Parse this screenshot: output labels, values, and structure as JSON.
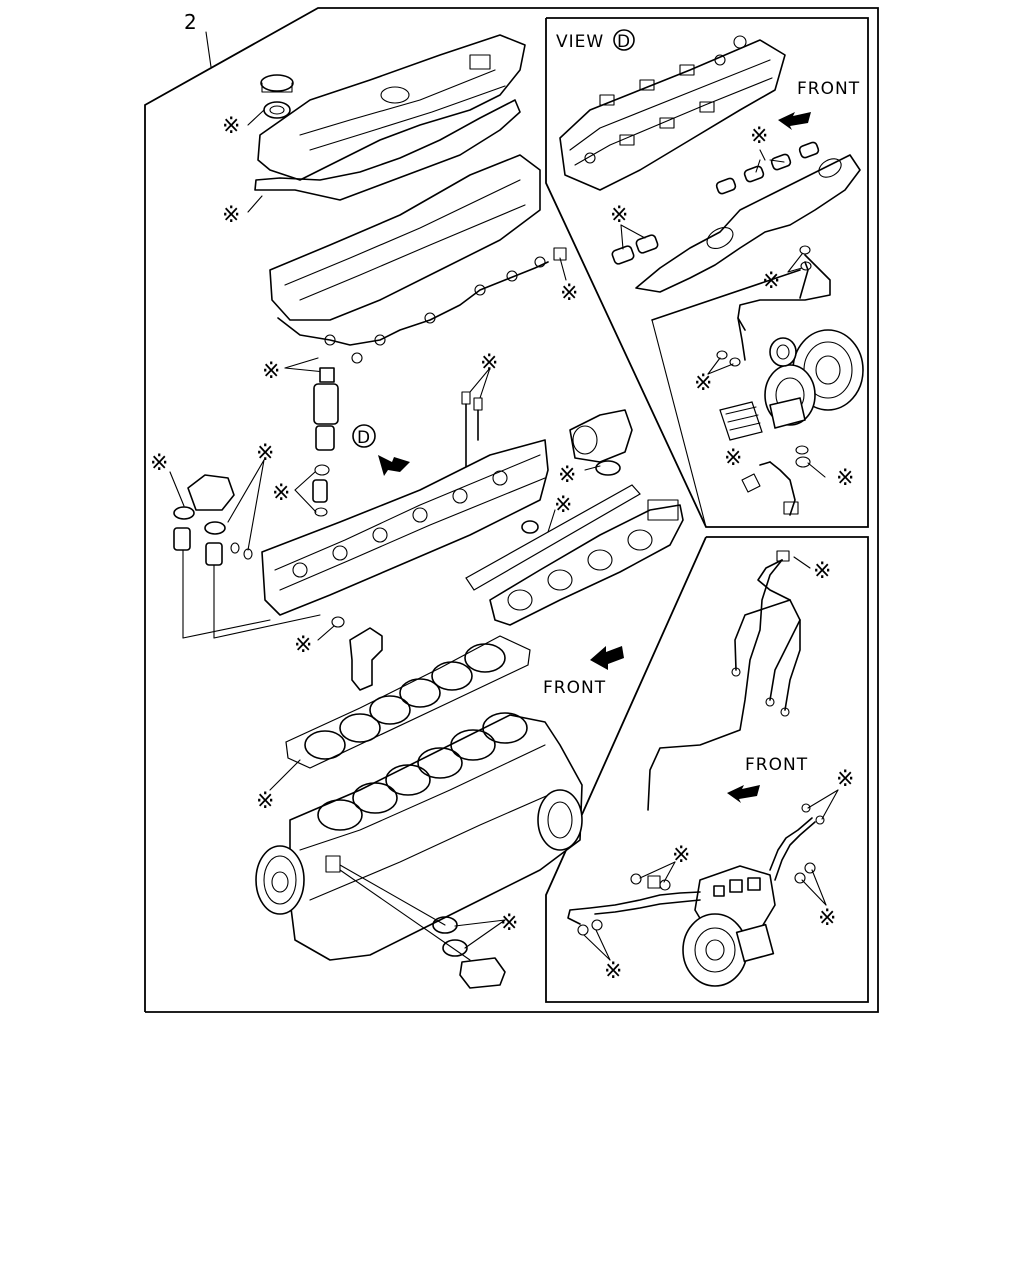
{
  "callout_number": "2",
  "view_label": "VIEW",
  "view_marker": "D",
  "main_marker": "D",
  "front_labels": {
    "view_d": "FRONT",
    "main": "FRONT",
    "fuel_pump": "FRONT"
  },
  "asterisk": "※"
}
